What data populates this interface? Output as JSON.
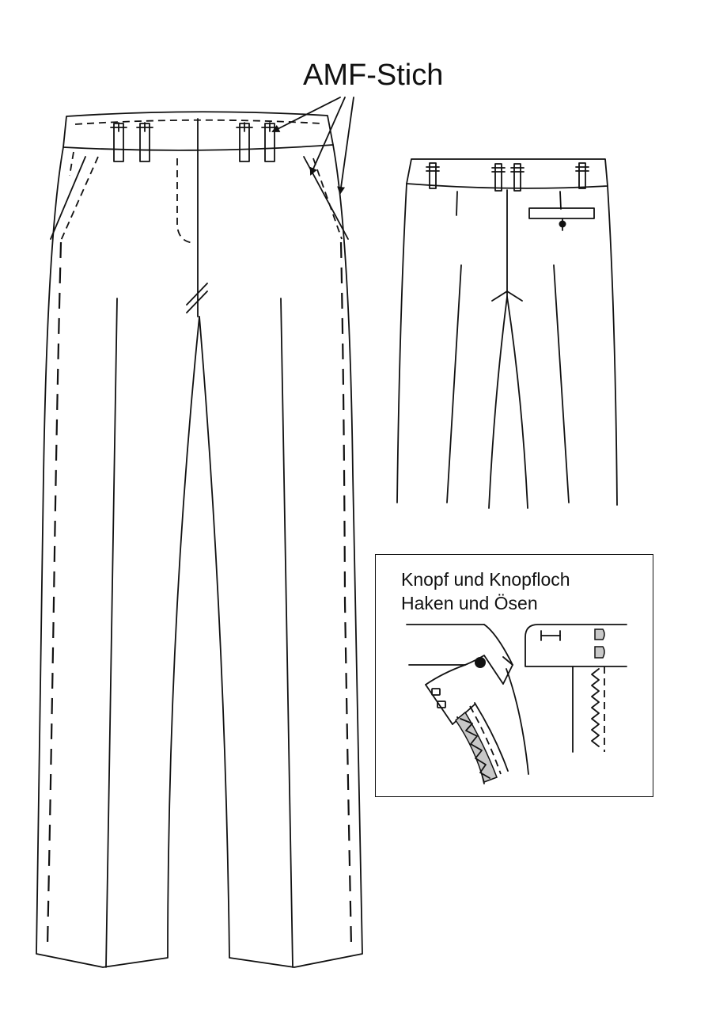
{
  "annotation": {
    "stitch_label": "AMF-Stich"
  },
  "detail": {
    "caption_line1": "Knopf und Knopfloch",
    "caption_line2": "Haken und Ösen"
  },
  "colors": {
    "line": "#111111",
    "fill_gray": "#c8c8c8",
    "background": "#ffffff"
  }
}
